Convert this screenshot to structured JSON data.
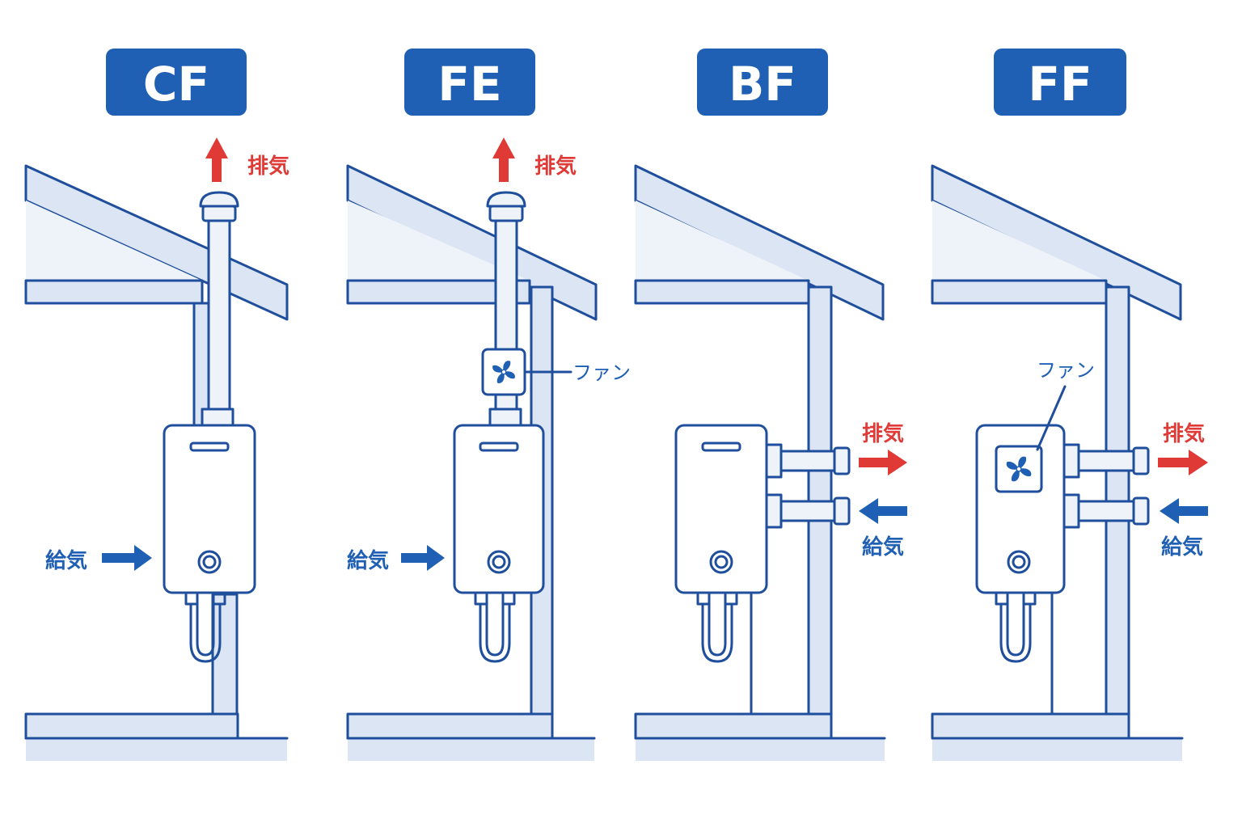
{
  "panels": [
    {
      "id": "cf",
      "title": "CF",
      "exhaust_label": "排気",
      "supply_label": "給気"
    },
    {
      "id": "fe",
      "title": "FE",
      "exhaust_label": "排気",
      "supply_label": "給気",
      "fan_label": "ファン"
    },
    {
      "id": "bf",
      "title": "BF",
      "exhaust_label": "排気",
      "supply_label": "給気"
    },
    {
      "id": "ff",
      "title": "FF",
      "exhaust_label": "排気",
      "supply_label": "給気",
      "fan_label": "ファン"
    }
  ],
  "colors": {
    "badge": "#1f5fb4",
    "line": "#1f4f9c",
    "exhaust": "#e03a36",
    "supply": "#1f5fb4",
    "wall_fill": "#dbe5f3"
  }
}
